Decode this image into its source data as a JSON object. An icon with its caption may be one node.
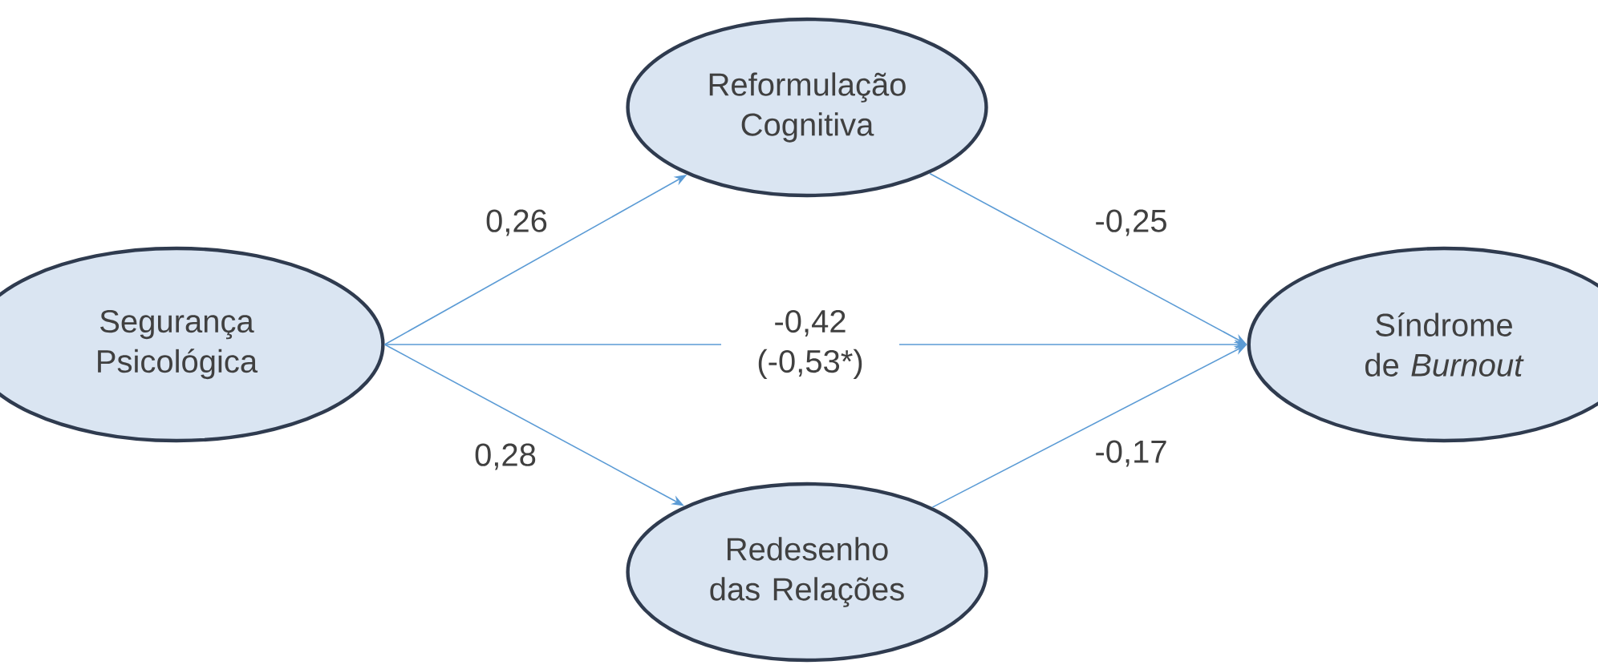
{
  "diagram": {
    "nodes": [
      {
        "text": [
          "Segurança Psicológica"
        ]
      },
      {
        "text": [
          "Reformulação Cognitiva"
        ]
      },
      {
        "text": [
          "Redesenho das Relações"
        ]
      },
      {
        "text": [
          "Síndrome de *Burnout*"
        ]
      }
    ],
    "edges": [
      {
        "from": 0,
        "to": 1,
        "arrow": "to",
        "label": "0,26"
      },
      {
        "from": 0,
        "to": 3,
        "arrow": "to",
        "label": "-0,42 (-0,53*)"
      },
      {
        "from": 0,
        "to": 2,
        "arrow": "to",
        "label": "0,28"
      },
      {
        "from": 1,
        "to": 3,
        "arrow": "to",
        "label": "-0,25"
      },
      {
        "from": 2,
        "to": 3,
        "arrow": "to",
        "label": "-0,17"
      }
    ]
  }
}
